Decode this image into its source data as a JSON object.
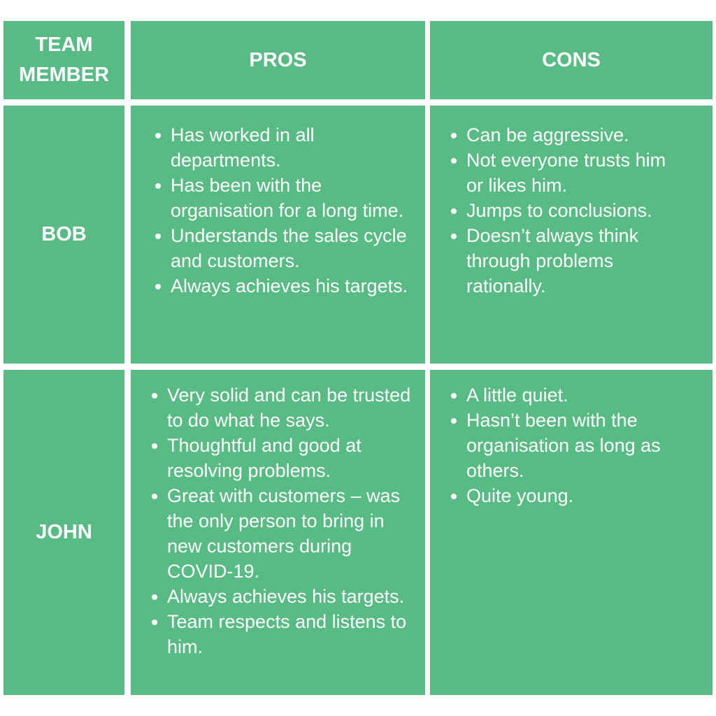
{
  "table": {
    "headers": {
      "member": "TEAM MEMBER",
      "pros": "PROS",
      "cons": "CONS"
    },
    "rows": [
      {
        "name": "BOB",
        "pros": [
          "Has worked in all departments.",
          "Has been with the organisation for a long time.",
          "Understands the sales cycle and customers.",
          "Always achieves his targets."
        ],
        "cons": [
          "Can be aggressive.",
          "Not everyone trusts him or likes him.",
          "Jumps to conclusions.",
          "Doesn’t always think through problems rationally."
        ]
      },
      {
        "name": "JOHN",
        "pros": [
          "Very solid and can be trusted to do what he says.",
          "Thoughtful and good at resolving problems.",
          "Great with customers – was the only person to bring in new customers during COVID-19.",
          "Always achieves his targets.",
          "Team respects and listens to him."
        ],
        "cons": [
          "A little quiet.",
          "Hasn’t been with the organisation as long as others.",
          "Quite young."
        ]
      }
    ]
  },
  "colors": {
    "cell_background": "#58bb84",
    "text": "#ffffff"
  }
}
